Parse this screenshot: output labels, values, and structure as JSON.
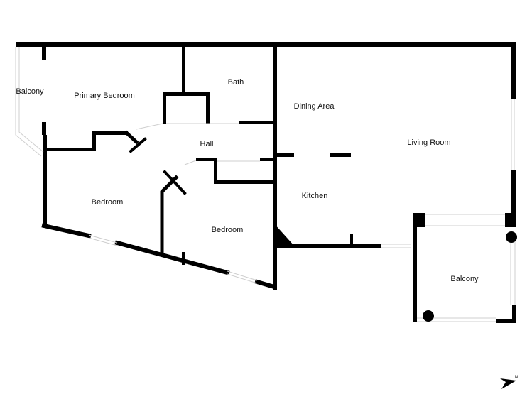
{
  "rooms": {
    "balcony_left": "Balcony",
    "primary_bedroom": "Primary Bedroom",
    "bath": "Bath",
    "dining_area": "Dining Area",
    "living_room": "Living Room",
    "hall": "Hall",
    "bedroom_1": "Bedroom",
    "bedroom_2": "Bedroom",
    "kitchen": "Kitchen",
    "balcony_right": "Balcony"
  },
  "compass": {
    "north_label": "N",
    "icon": "north-arrow-icon"
  },
  "colors": {
    "wall": "#000000",
    "background": "#ffffff",
    "window": "#9a9a9a"
  }
}
